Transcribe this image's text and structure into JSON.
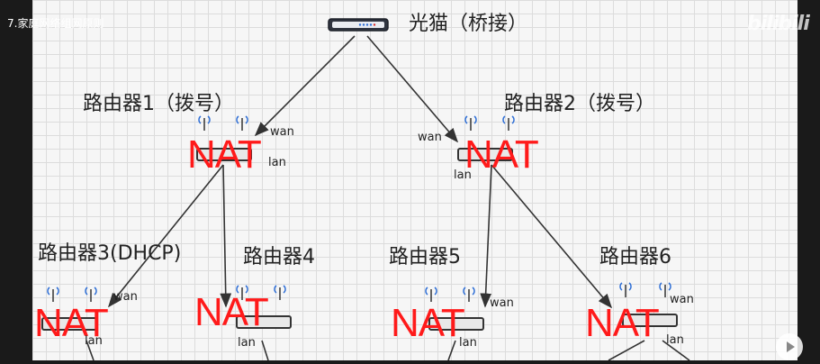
{
  "overlay": {
    "lecture_title": "7.家庭网络组网原则",
    "watermark": "bilibili"
  },
  "diagram": {
    "modem": {
      "label": "光猫（桥接）"
    },
    "routers": [
      {
        "id": "r1",
        "label": "路由器1（拨号）",
        "nat": "NAT",
        "wan": "wan",
        "lan": "lan"
      },
      {
        "id": "r2",
        "label": "路由器2（拨号）",
        "nat": "NAT",
        "wan": "wan",
        "lan": "lan"
      },
      {
        "id": "r3",
        "label": "路由器3(DHCP)",
        "nat": "NAT",
        "wan": "wan",
        "lan": "lan"
      },
      {
        "id": "r4",
        "label": "路由器4",
        "nat": "NAT",
        "wan": "",
        "lan": "lan"
      },
      {
        "id": "r5",
        "label": "路由器5",
        "nat": "NAT",
        "wan": "wan",
        "lan": "lan"
      },
      {
        "id": "r6",
        "label": "路由器6",
        "nat": "NAT",
        "wan": "wan",
        "lan": "lan"
      }
    ],
    "edges": [
      {
        "from": "modem",
        "to": "r1"
      },
      {
        "from": "modem",
        "to": "r2"
      },
      {
        "from": "r1",
        "to": "r3"
      },
      {
        "from": "r1",
        "to": "r4"
      },
      {
        "from": "r2",
        "to": "r5"
      },
      {
        "from": "r2",
        "to": "r6"
      }
    ],
    "colors": {
      "nat": "#ff1a1a",
      "arrow": "#333333",
      "grid": "#dcdcdc",
      "background": "#f6f6f6"
    }
  }
}
